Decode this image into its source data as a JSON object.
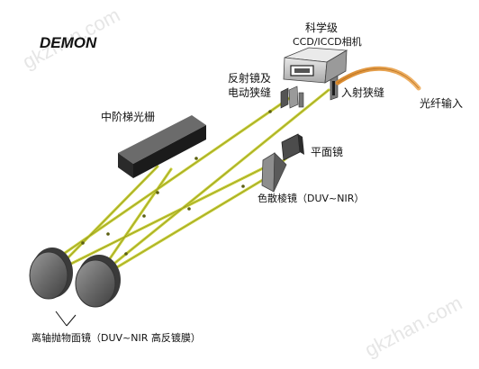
{
  "title": "DEMON",
  "labels": {
    "camera_line1": "科学级",
    "camera_line2": "CCD/ICCD相机",
    "mirror_slit_line1": "反射镜及",
    "mirror_slit_line2": "电动狭缝",
    "entrance_slit": "入射狭缝",
    "fiber_input": "光纤输入",
    "echelle_grating": "中阶梯光栅",
    "plane_mirror": "平面镜",
    "prism": "色散棱镜（DUV~NIR）",
    "parabolic_mirrors": "离轴抛物面镜（DUV~NIR 高反镀膜）"
  },
  "watermarks": [
    "gkzhan.com",
    "gkzhan.com"
  ],
  "colors": {
    "beam": "#c9cf3a",
    "beam_edge": "#8a8f1c",
    "fiber": "#e9a04a",
    "grating": "#1e1e1e",
    "mirror_face": "#6f6f6f",
    "camera_body": "#cfcfcf"
  }
}
